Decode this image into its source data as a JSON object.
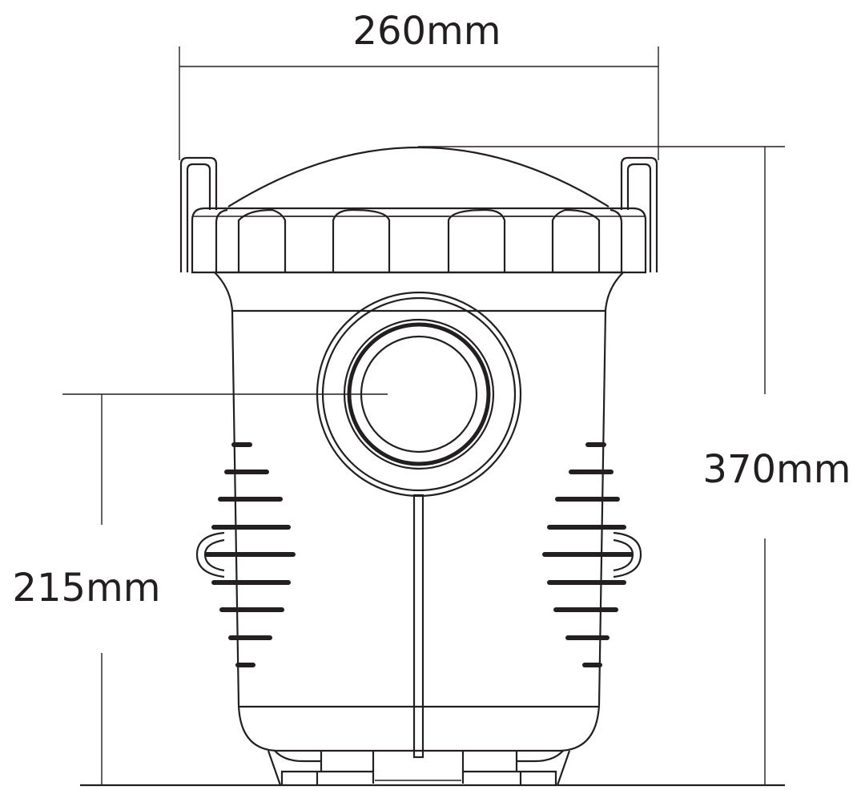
{
  "dimensions": {
    "width_label": "260mm",
    "height_label": "370mm",
    "inlet_height_label": "215mm"
  },
  "colors": {
    "line": "#231f20",
    "background": "#ffffff"
  }
}
